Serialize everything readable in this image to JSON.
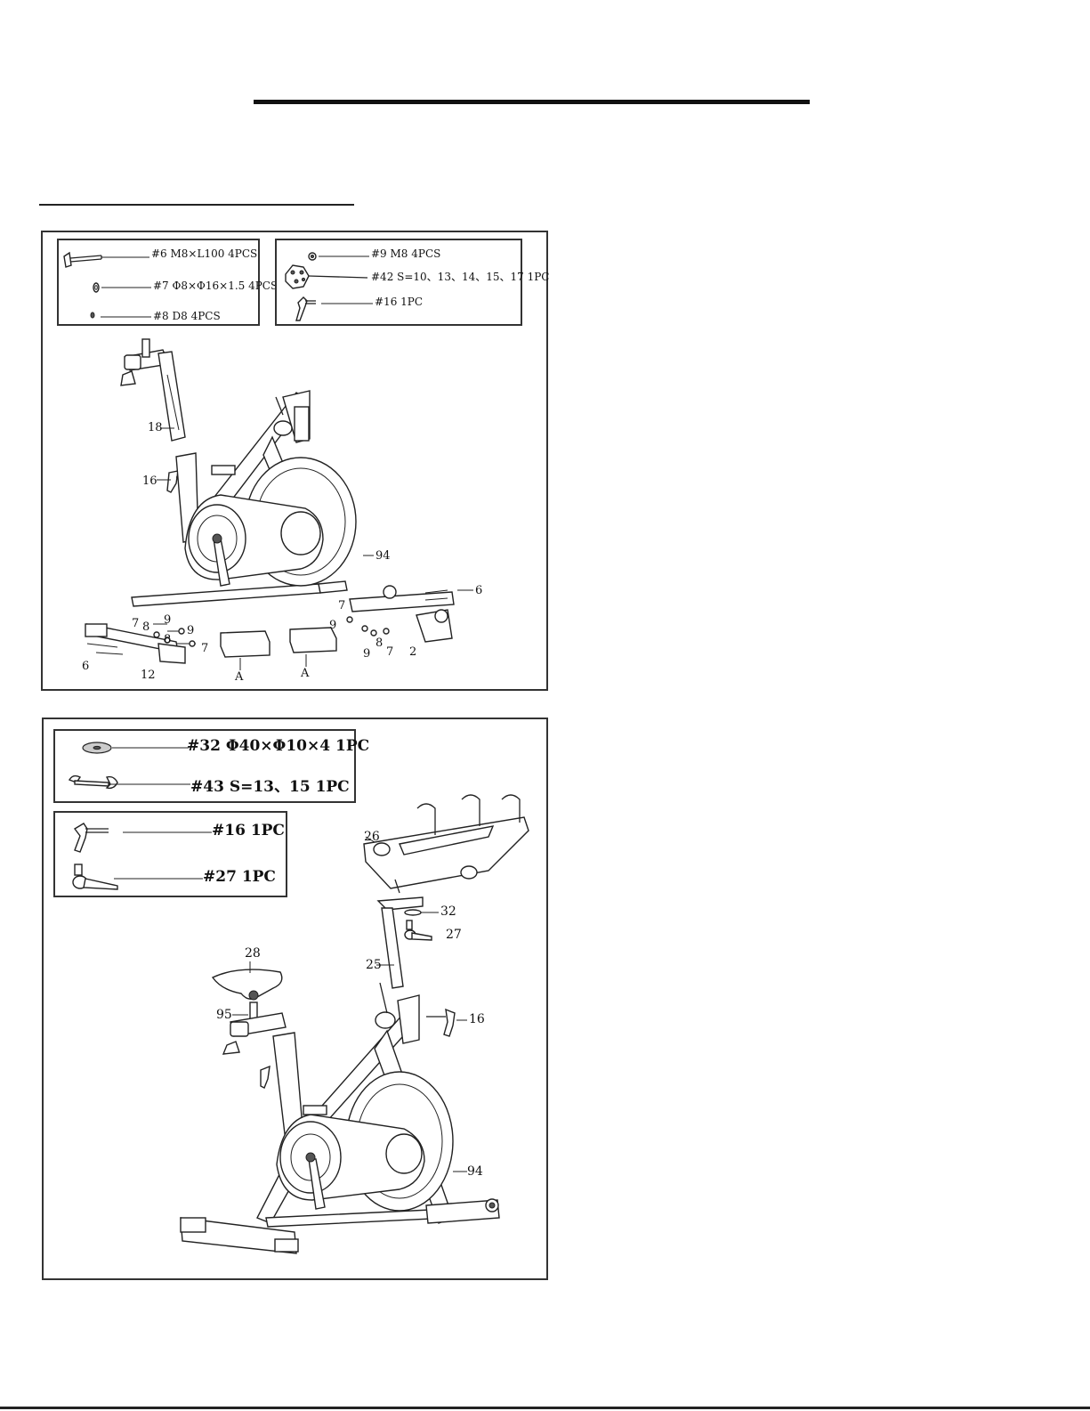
{
  "step1": {
    "parts_left": [
      {
        "label": "#6 M8×L100 4PCS",
        "icon": "bolt-icon"
      },
      {
        "label": "#7 Φ8×Φ16×1.5 4PCS",
        "icon": "washer-icon"
      },
      {
        "label": "#8 D8 4PCS",
        "icon": "spring-washer-icon"
      }
    ],
    "parts_right": [
      {
        "label": "#9 M8 4PCS",
        "icon": "nut-icon"
      },
      {
        "label": "#42 S=10、13、14、15、17 1PC",
        "icon": "multi-wrench-icon"
      },
      {
        "label": "#16 1PC",
        "icon": "knob-icon"
      }
    ],
    "callouts": [
      "18",
      "16",
      "94",
      "6",
      "7",
      "8",
      "9",
      "9",
      "8",
      "7",
      "9",
      "8",
      "7",
      "2",
      "6",
      "12",
      "A",
      "A",
      "7",
      "9"
    ]
  },
  "step2": {
    "parts_top": [
      {
        "label": "#32 Φ40×Φ10×4 1PC",
        "icon": "washer-icon"
      },
      {
        "label": "#43 S=13、15 1PC",
        "icon": "wrench-icon"
      }
    ],
    "parts_bottom": [
      {
        "label": "#16 1PC",
        "icon": "knob-icon"
      },
      {
        "label": "#27 1PC",
        "icon": "lever-knob-icon"
      }
    ],
    "callouts": [
      "26",
      "32",
      "27",
      "25",
      "28",
      "95",
      "16",
      "94"
    ]
  }
}
